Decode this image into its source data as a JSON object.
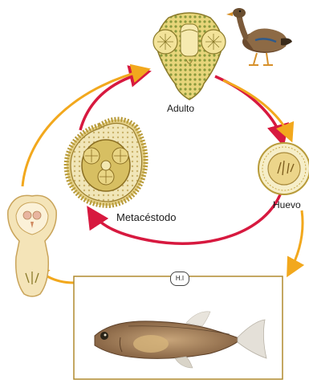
{
  "labels": {
    "adult": "Adulto",
    "egg": "Huevo",
    "metacestode": "Metacéstodo",
    "intermediate_host": "H.I"
  },
  "colors": {
    "arrow_orange": "#f2a81d",
    "arrow_red": "#d7193f",
    "box_border": "#b08a2e",
    "scolex_fill": "#e9d26b"
  },
  "icons": {
    "adult": "scolex-icon",
    "definitive_host": "duck-icon",
    "egg": "egg-icon",
    "metacestode": "cysticercoid-icon",
    "larva": "larva-icon",
    "intermediate_host": "fish-icon"
  }
}
